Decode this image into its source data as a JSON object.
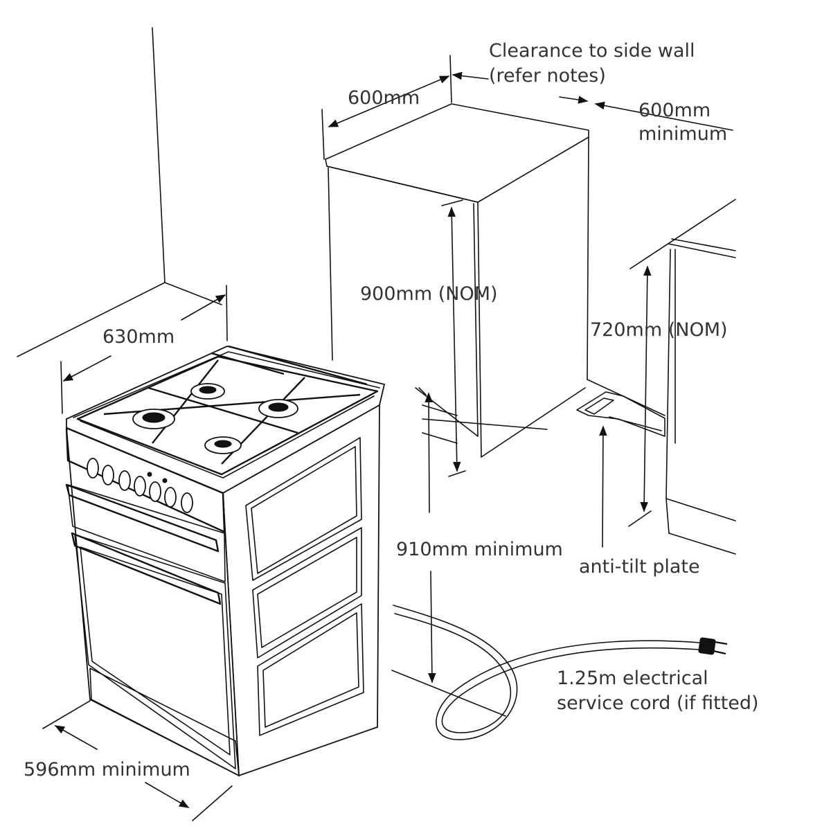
{
  "labels": {
    "clearance_side_line1": "Clearance to side wall",
    "clearance_side_line2": "(refer notes)",
    "depth_600": "600mm",
    "side_min_line1": "600mm",
    "side_min_line2": "minimum",
    "height_900": "900mm (NOM)",
    "height_720": "720mm (NOM)",
    "depth_630": "630mm",
    "clear_910": "910mm minimum",
    "anti_tilt": "anti-tilt plate",
    "cord_line1": "1.25m electrical",
    "cord_line2": "service cord (if fitted)",
    "width_596": "596mm minimum"
  },
  "colors": {
    "line": "#111111",
    "text": "#333333",
    "background": "#ffffff"
  }
}
